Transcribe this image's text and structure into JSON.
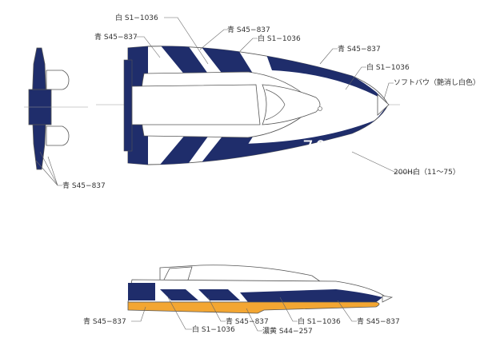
{
  "colors": {
    "navy": "#1f2d6b",
    "white": "#ffffff",
    "yellow": "#f3a632",
    "outline": "#555555",
    "leader": "#666666"
  },
  "boat": {
    "number": "70"
  },
  "labels": {
    "top_white_1": "白 S1−1036",
    "top_blue_1": "青 S45−837",
    "top_blue_2": "青 S45−837",
    "top_white_2": "白 S1−1036",
    "top_blue_3": "青 S45−837",
    "top_white_3": "白 S1−1036",
    "soft_bow": "ソフトバウ（艶消し白色）",
    "number_color": "200H白（11〜75）",
    "front_blue": "青 S45−837",
    "side_blue_1": "青 S45−837",
    "side_blue_2": "青 S45−837",
    "side_white_1": "白 S1−1036",
    "side_white_2": "白 S1−1036",
    "side_blue_3": "青 S45−837",
    "side_yellow": "濃黄 S44−257"
  }
}
